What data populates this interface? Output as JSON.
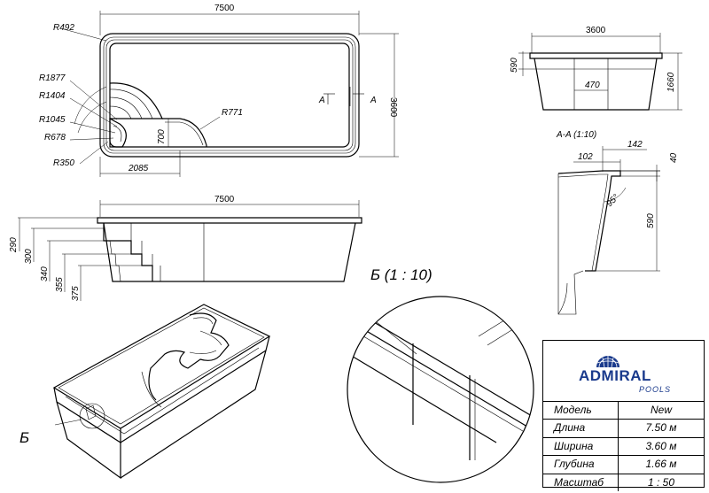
{
  "top_view": {
    "length_dim": "7500",
    "width_dim": "3600",
    "radii": [
      "R492",
      "R1877",
      "R1404",
      "R1045",
      "R678",
      "R350"
    ],
    "r771": "R771",
    "dim_700": "700",
    "dim_2085": "2085",
    "section_marker": "A"
  },
  "side_view": {
    "length_dim": "7500",
    "step_dims": [
      "290",
      "300",
      "340",
      "355",
      "375"
    ]
  },
  "end_view": {
    "width_dim": "3600",
    "depth_dim": "1660",
    "rim_dim": "590",
    "step_dim": "470"
  },
  "section_aa": {
    "title": "A-A (1:10)",
    "dim_102": "102",
    "dim_142": "142",
    "dim_40": "40",
    "dim_590": "590",
    "angle": "95°"
  },
  "detail_b": {
    "title": "Б (1 : 10)",
    "marker": "Б"
  },
  "spec_table": {
    "brand": "ADMIRAL",
    "brand_sub": "POOLS",
    "rows": [
      {
        "label": "Модель",
        "value": "New"
      },
      {
        "label": "Длина",
        "value": "7.50 м"
      },
      {
        "label": "Ширина",
        "value": "3.60 м"
      },
      {
        "label": "Глубина",
        "value": "1.66 м"
      },
      {
        "label": "Масштаб",
        "value": "1 : 50"
      }
    ],
    "brand_color": "#1a3a8c"
  }
}
